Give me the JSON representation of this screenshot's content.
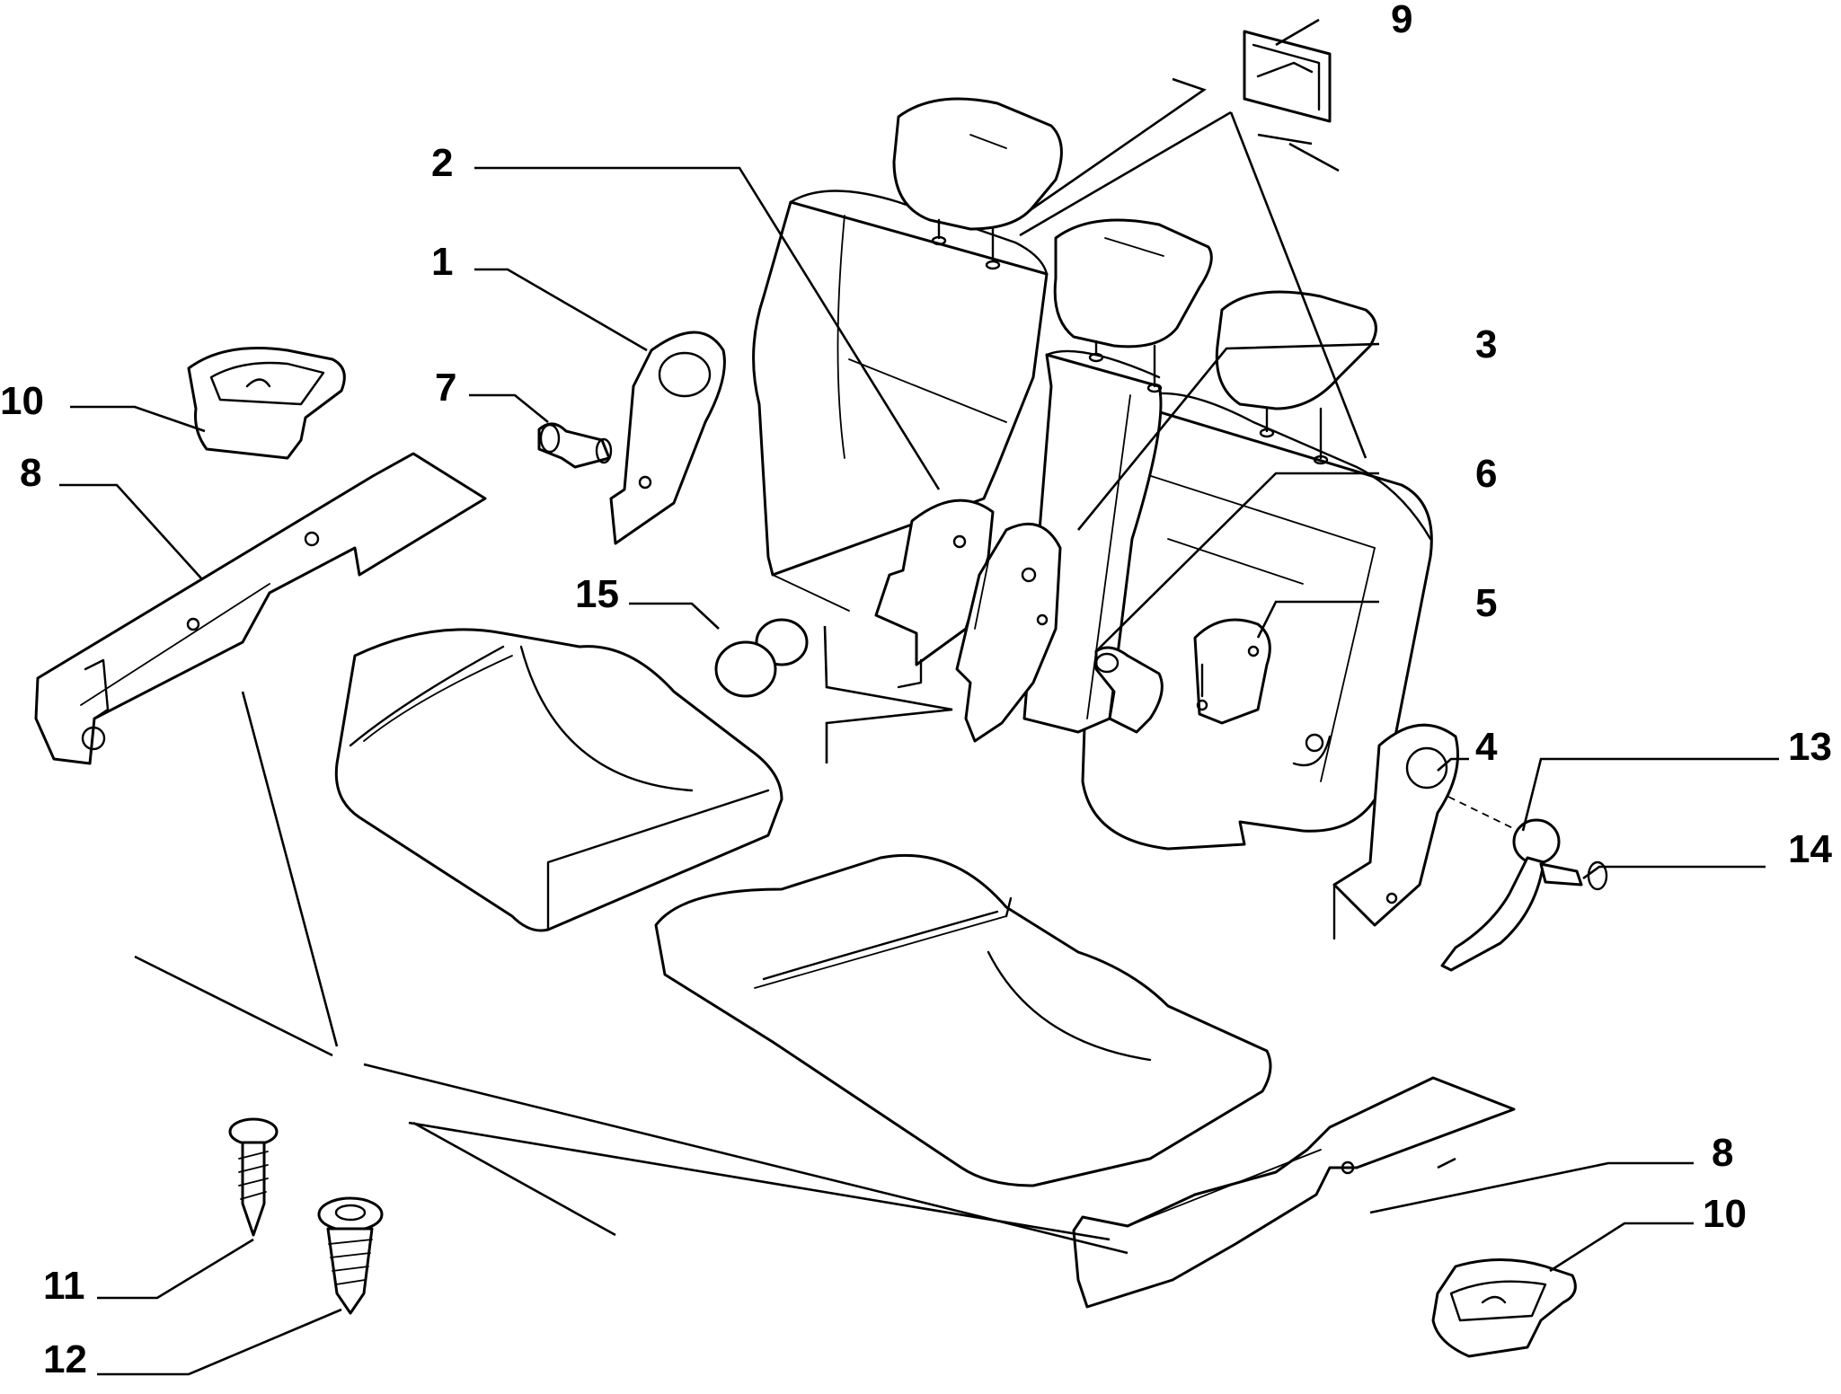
{
  "callouts": {
    "c1": "1",
    "c2": "2",
    "c3": "3",
    "c4": "4",
    "c5": "5",
    "c6": "6",
    "c7": "7",
    "c8a": "8",
    "c8b": "8",
    "c9": "9",
    "c10a": "10",
    "c10b": "10",
    "c11": "11",
    "c12": "12",
    "c13": "13",
    "c14": "14",
    "c15": "15"
  }
}
